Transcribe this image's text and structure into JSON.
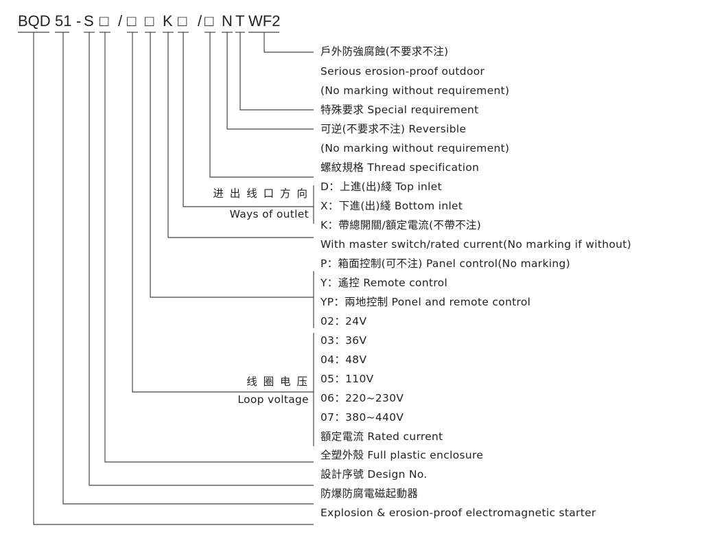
{
  "model_code": {
    "parts": [
      "BQD",
      "51",
      "-",
      "S",
      "□",
      "/",
      "□",
      "□",
      "K",
      "□",
      "/",
      "□",
      "N",
      "T",
      "WF2"
    ]
  },
  "rows": [
    "戶外防強腐蝕(不要求不注)",
    "Serious erosion-proof outdoor",
    "(No marking without requirement)",
    "特殊要求  Special requirement",
    "可逆(不要求不注)  Reversible",
    "(No marking without requirement)",
    "螺紋規格  Thread specification",
    "D：上進(出)綫  Top inlet",
    "X：下進(出)綫  Bottom inlet",
    "K：帶總開關/額定電流(不帶不注)",
    "With master switch/rated current(No marking if without)",
    "P：箱面控制(可不注)  Panel control(No marking)",
    "Y：遙控  Remote control",
    "YP：兩地控制  Ponel and remote control",
    "02：24V",
    "03：36V",
    "04：48V",
    "05：110V",
    "06：220~230V",
    "07：380~440V",
    "額定電流  Rated current",
    "全塑外殼  Full plastic enclosure",
    "設計序號  Design No.",
    "防爆防腐電磁起動器",
    "Explosion & erosion-proof electromagnetic starter"
  ],
  "group_labels": {
    "outlet_cn": "进 出 线 口 方 向",
    "outlet_en": "Ways of outlet",
    "voltage_cn": "线 圈 电 压",
    "voltage_en": "Loop voltage"
  }
}
